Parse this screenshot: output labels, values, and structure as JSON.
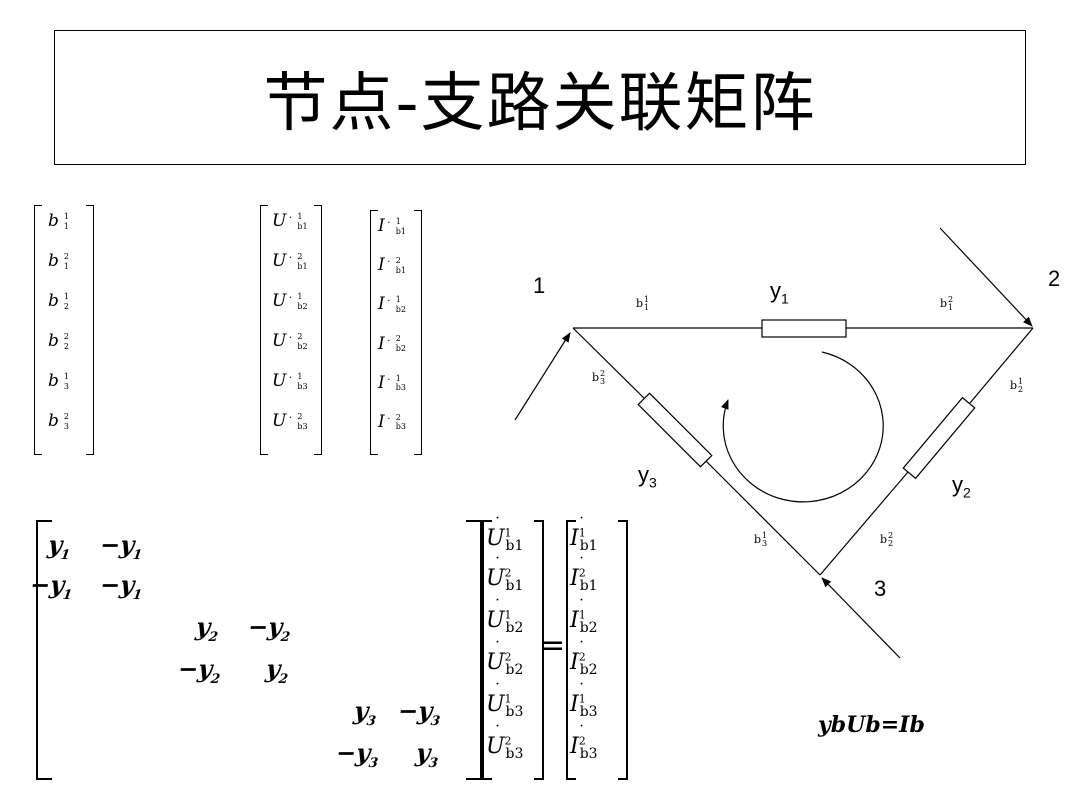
{
  "title": "节点-支路关联矩阵",
  "vectors": {
    "b": [
      "b",
      "b",
      "b",
      "b",
      "b",
      "b"
    ],
    "b_sup": [
      "1",
      "2",
      "1",
      "2",
      "1",
      "2"
    ],
    "b_sub": [
      "1",
      "1",
      "2",
      "2",
      "3",
      "3"
    ],
    "U": [
      "U",
      "U",
      "U",
      "U",
      "U",
      "U"
    ],
    "I": [
      "I",
      "I",
      "I",
      "I",
      "I",
      "I"
    ],
    "ui_sup": [
      "1",
      "2",
      "1",
      "2",
      "1",
      "2"
    ],
    "ui_sub": [
      "b1",
      "b1",
      "b2",
      "b2",
      "b3",
      "b3"
    ]
  },
  "matrix": {
    "rows": [
      [
        "y1",
        "−y1",
        "",
        "",
        "",
        ""
      ],
      [
        "−y1",
        "−y1",
        "",
        "",
        "",
        ""
      ],
      [
        "",
        "",
        "y2",
        "−y2",
        "",
        ""
      ],
      [
        "",
        "",
        "−y2",
        "y2",
        "",
        ""
      ],
      [
        "",
        "",
        "",
        "",
        "y3",
        "−y3"
      ],
      [
        "",
        "",
        "",
        "",
        "−y3",
        "y3"
      ]
    ],
    "u_col": [
      "U",
      "U",
      "U",
      "U",
      "U",
      "U"
    ],
    "i_col": [
      "I",
      "I",
      "I",
      "I",
      "I",
      "I"
    ],
    "col_sup": [
      "1",
      "2",
      "1",
      "2",
      "1",
      "2"
    ],
    "col_sub": [
      "b1",
      "b1",
      "b2",
      "b2",
      "b3",
      "b3"
    ],
    "equals": "="
  },
  "equation": "ybUb=Ib",
  "circuit": {
    "nodes": [
      "1",
      "2",
      "3"
    ],
    "admittances": {
      "y1": "y",
      "y1_sub": "1",
      "y2": "y",
      "y2_sub": "2",
      "y3": "y",
      "y3_sub": "3"
    },
    "branch_labels": [
      {
        "base": "b",
        "sub": "1",
        "sup": "1"
      },
      {
        "base": "b",
        "sub": "1",
        "sup": "2"
      },
      {
        "base": "b",
        "sub": "2",
        "sup": "1"
      },
      {
        "base": "b",
        "sub": "2",
        "sup": "2"
      },
      {
        "base": "b",
        "sub": "3",
        "sup": "1"
      },
      {
        "base": "b",
        "sub": "3",
        "sup": "2"
      }
    ]
  }
}
